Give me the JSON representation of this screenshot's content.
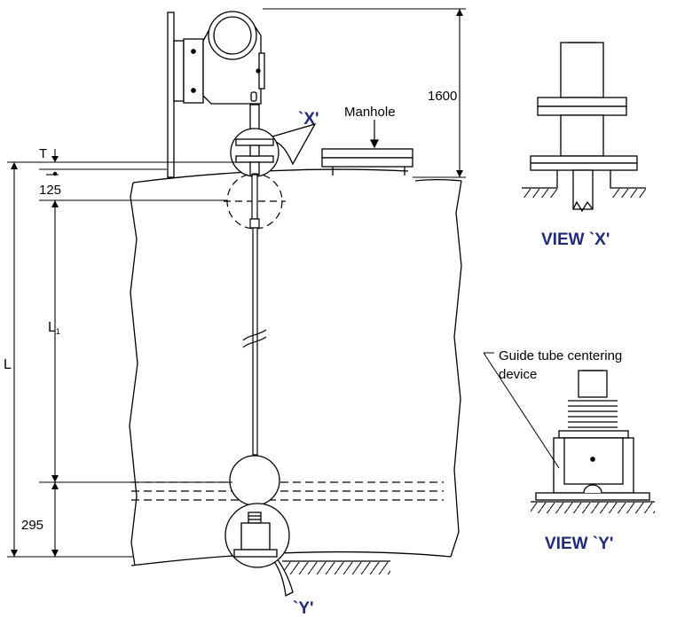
{
  "labels": {
    "dim_height": "1600",
    "manhole": "Manhole",
    "thickness": "T",
    "dim_top": "125",
    "length_total": "L",
    "length_1": "L",
    "length_1_sub": "1",
    "dim_bottom": "295",
    "callout_x": "`X'",
    "callout_y": "`Y'",
    "view_x": "VIEW  `X'",
    "view_y": "VIEW  `Y'",
    "guide_line1": "Guide tube centering",
    "guide_line2": "device"
  },
  "colors": {
    "line": "#000000",
    "accent": "#1f2a7a"
  }
}
